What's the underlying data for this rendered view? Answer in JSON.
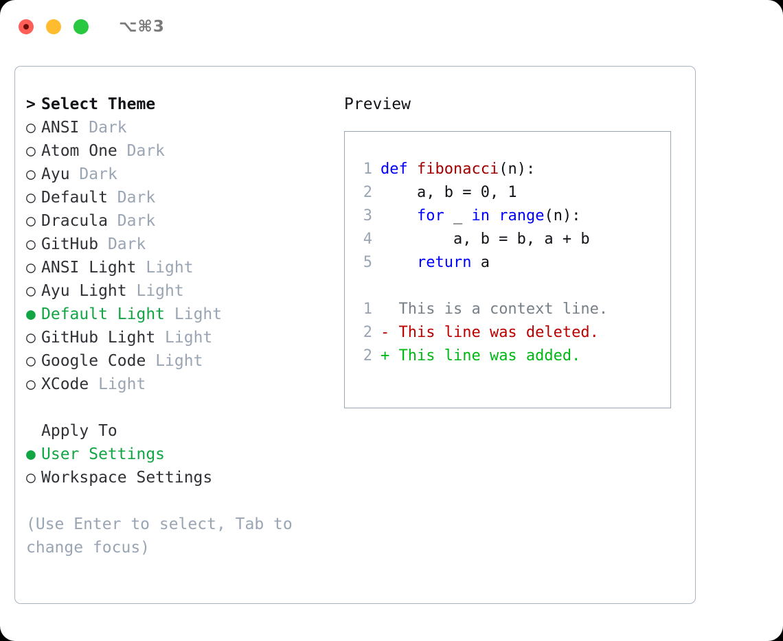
{
  "titlebar": {
    "shortcut": "⌥⌘3",
    "buttons": [
      {
        "name": "close",
        "color": "#ff5f57"
      },
      {
        "name": "minimize",
        "color": "#febc2e"
      },
      {
        "name": "zoom",
        "color": "#28c840"
      }
    ]
  },
  "theme_picker": {
    "header_marker": ">",
    "header_label": "Select Theme",
    "selected_marker": "●",
    "unselected_marker": "○",
    "selected_color": "#12a544",
    "suffix_color": "#9aa5b4",
    "items": [
      {
        "marker": "○",
        "label": "ANSI",
        "suffix": "Dark",
        "selected": false
      },
      {
        "marker": "○",
        "label": "Atom One",
        "suffix": "Dark",
        "selected": false
      },
      {
        "marker": "○",
        "label": "Ayu",
        "suffix": "Dark",
        "selected": false
      },
      {
        "marker": "○",
        "label": "Default",
        "suffix": "Dark",
        "selected": false
      },
      {
        "marker": "○",
        "label": "Dracula",
        "suffix": "Dark",
        "selected": false
      },
      {
        "marker": "○",
        "label": "GitHub",
        "suffix": "Dark",
        "selected": false
      },
      {
        "marker": "○",
        "label": "ANSI Light",
        "suffix": "Light",
        "selected": false
      },
      {
        "marker": "○",
        "label": "Ayu Light",
        "suffix": "Light",
        "selected": false
      },
      {
        "marker": "●",
        "label": "Default Light",
        "suffix": "Light",
        "selected": true
      },
      {
        "marker": "○",
        "label": "GitHub Light",
        "suffix": "Light",
        "selected": false
      },
      {
        "marker": "○",
        "label": "Google Code",
        "suffix": "Light",
        "selected": false
      },
      {
        "marker": "○",
        "label": "XCode",
        "suffix": "Light",
        "selected": false
      }
    ]
  },
  "apply_to": {
    "label": "Apply To",
    "items": [
      {
        "marker": "●",
        "label": "User Settings",
        "selected": true
      },
      {
        "marker": "○",
        "label": "Workspace Settings",
        "selected": false
      }
    ]
  },
  "hint": "(Use Enter to select, Tab to change focus)",
  "preview": {
    "title": "Preview",
    "code": [
      {
        "ln": "1",
        "tokens": [
          {
            "t": "def",
            "c": "kw"
          },
          {
            "t": " ",
            "c": "plain"
          },
          {
            "t": "fibonacci",
            "c": "fn"
          },
          {
            "t": "(n):",
            "c": "plain"
          }
        ]
      },
      {
        "ln": "2",
        "tokens": [
          {
            "t": "    a, b = 0, 1",
            "c": "plain"
          }
        ]
      },
      {
        "ln": "3",
        "tokens": [
          {
            "t": "    ",
            "c": "plain"
          },
          {
            "t": "for",
            "c": "kw"
          },
          {
            "t": " _ ",
            "c": "plain"
          },
          {
            "t": "in",
            "c": "kw"
          },
          {
            "t": " ",
            "c": "plain"
          },
          {
            "t": "range",
            "c": "kw"
          },
          {
            "t": "(n):",
            "c": "plain"
          }
        ]
      },
      {
        "ln": "4",
        "tokens": [
          {
            "t": "        a, b = b, a + b",
            "c": "plain"
          }
        ]
      },
      {
        "ln": "5",
        "tokens": [
          {
            "t": "    ",
            "c": "plain"
          },
          {
            "t": "return",
            "c": "kw"
          },
          {
            "t": " a",
            "c": "plain"
          }
        ]
      }
    ],
    "diff": [
      {
        "ln": "1",
        "sign": " ",
        "text": "This is a context line.",
        "c": "ctx"
      },
      {
        "ln": "2",
        "sign": "-",
        "text": "This line was deleted.",
        "c": "del"
      },
      {
        "ln": "2",
        "sign": "+",
        "text": "This line was added.",
        "c": "add"
      }
    ]
  }
}
